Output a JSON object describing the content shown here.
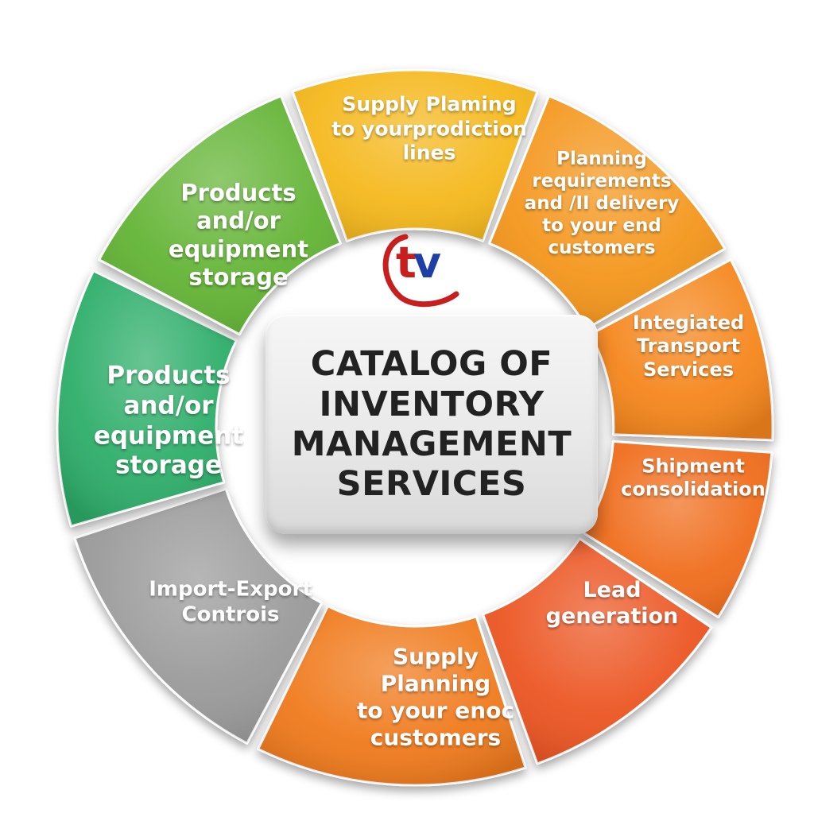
{
  "center": {
    "lines": [
      "CATALOG OF",
      "INVENTORY",
      "MANAGEMENT",
      "SERVICES"
    ]
  },
  "logo": {
    "t": "t",
    "v": "v"
  },
  "segments": [
    {
      "id": "supply-planning-production",
      "color": "#f5b81c",
      "lines": [
        "Supply Plaming",
        "to yourprodiction",
        "lines"
      ]
    },
    {
      "id": "planning-requirements",
      "color": "#f4961e",
      "lines": [
        "Planning",
        "requirements",
        "and /II delivery",
        "to your end",
        "customers"
      ]
    },
    {
      "id": "integrated-transport",
      "color": "#f5861a",
      "lines": [
        "Integiated",
        "Transport",
        "Services"
      ]
    },
    {
      "id": "shipment-consolidation",
      "color": "#f06d1c",
      "lines": [
        "Shipment",
        "consolidation"
      ]
    },
    {
      "id": "lead-generation",
      "color": "#ec5423",
      "lines": [
        "Lead",
        "generation"
      ]
    },
    {
      "id": "supply-planning-end",
      "color": "#f07a1b",
      "lines": [
        "Supply",
        "Planning",
        "to your enoc",
        "customers"
      ]
    },
    {
      "id": "import-export",
      "color": "#9a9a9a",
      "lines": [
        "Import-Export",
        "Controis"
      ]
    },
    {
      "id": "storage-teal",
      "color": "#2fae6a",
      "lines": [
        "Products",
        "and/or",
        "equipment",
        "storage"
      ]
    },
    {
      "id": "storage-green",
      "color": "#63b434",
      "lines": [
        "Products",
        "and/or",
        "equipment",
        "storage"
      ]
    }
  ]
}
